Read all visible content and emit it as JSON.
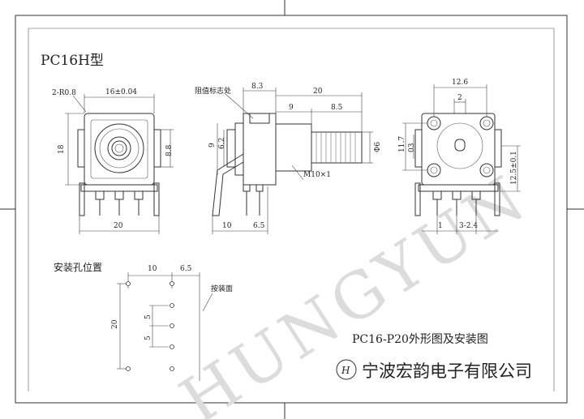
{
  "drawing": {
    "model_title": "PC16H型",
    "caption": "PC16-P20外形图及安装图",
    "company": "宁波宏韵电子有限公司",
    "company_logo_letter": "H",
    "watermark": "HUNGYUN"
  },
  "front_view": {
    "radius_label": "2-R0.8",
    "width_label": "16±0.04",
    "height_label": "18",
    "right_height_label": "8.8",
    "bottom_width_label": "20"
  },
  "side_view": {
    "marker_label": "阻值标志处",
    "dim_top_left": "8.3",
    "dim_total": "20",
    "dim_mid": "9",
    "dim_right": "8.5",
    "dim_v_outer": "9",
    "dim_v_inner": "6.2",
    "shaft_dia": "Φ6",
    "thread_label": "M10×1",
    "dim_bottom_left": "10",
    "dim_bottom_right": "6.5"
  },
  "back_view": {
    "dim_width": "12.6",
    "dim_mid": "2",
    "dim_height_a": "11.7",
    "dim_height_b": "03",
    "dim_right_height": "12.5±0.1",
    "dim_bottom_1": "1",
    "dim_bottom_2": "3-2.4"
  },
  "mounting": {
    "title": "安装孔位置",
    "dim_top_1": "10",
    "dim_top_2": "6.5",
    "panel_label": "按装面",
    "dim_v_1": "5",
    "dim_v_2": "5",
    "dim_total": "20"
  }
}
